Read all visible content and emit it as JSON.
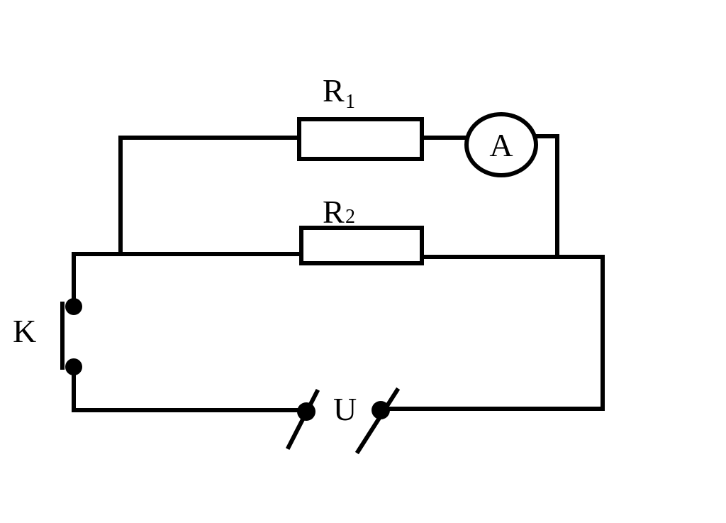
{
  "labels": {
    "r1": "R",
    "r1_sub": "1",
    "r2": "R",
    "r2_sub": "2",
    "ammeter": "A",
    "switch": "K",
    "source": "U"
  },
  "colors": {
    "stroke": "#000000",
    "background": "#ffffff"
  }
}
